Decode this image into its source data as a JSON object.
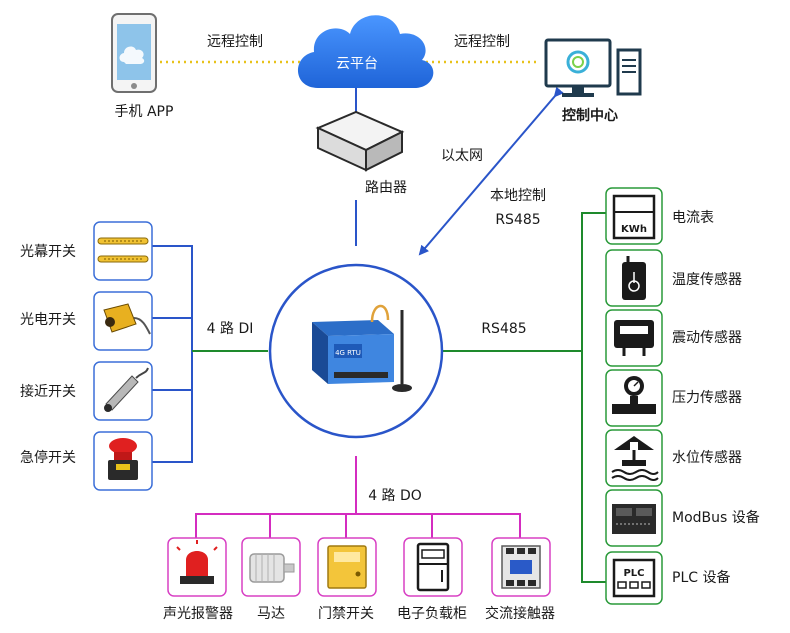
{
  "cloud": {
    "label": "云平台"
  },
  "phone": {
    "label": "手机 APP"
  },
  "control_center": {
    "label": "控制中心"
  },
  "router": {
    "label": "路由器"
  },
  "links": {
    "remote_left": "远程控制",
    "remote_right": "远程控制",
    "ethernet": "以太网",
    "local_control": "本地控制",
    "rs485_local": "RS485",
    "di": "4 路 DI",
    "do": "4 路 DO",
    "rs485_right": "RS485"
  },
  "rtu": {
    "label": "4G RTU"
  },
  "di_devices": [
    {
      "label": "光幕开关",
      "icon": "light-curtain-icon"
    },
    {
      "label": "光电开关",
      "icon": "photoelectric-sensor-icon"
    },
    {
      "label": "接近开关",
      "icon": "proximity-sensor-icon"
    },
    {
      "label": "急停开关",
      "icon": "emergency-stop-icon"
    }
  ],
  "do_devices": [
    {
      "label": "声光报警器",
      "icon": "alarm-light-icon"
    },
    {
      "label": "马达",
      "icon": "motor-icon"
    },
    {
      "label": "门禁开关",
      "icon": "door-access-icon"
    },
    {
      "label": "电子负载柜",
      "icon": "load-cabinet-icon"
    },
    {
      "label": "交流接触器",
      "icon": "contactor-icon"
    }
  ],
  "rs485_devices": [
    {
      "label": "电流表",
      "icon": "kwh-meter-icon",
      "badge": "KWh"
    },
    {
      "label": "温度传感器",
      "icon": "temperature-sensor-icon"
    },
    {
      "label": "震动传感器",
      "icon": "vibration-sensor-icon"
    },
    {
      "label": "压力传感器",
      "icon": "pressure-sensor-icon"
    },
    {
      "label": "水位传感器",
      "icon": "water-level-sensor-icon"
    },
    {
      "label": "ModBus 设备",
      "icon": "modbus-device-icon"
    },
    {
      "label": "PLC 设备",
      "icon": "plc-device-icon",
      "badge": "PLC"
    }
  ],
  "colors": {
    "blue_line": "#2a55c9",
    "green_line": "#1e8a2c",
    "magenta_line": "#d42cc0",
    "dotted": "#e8c21a",
    "cloud": "#2f7ef0",
    "device_border_blue": "#3c6fd8",
    "device_border_green": "#2a9a3a",
    "device_border_magenta": "#d840c4"
  }
}
